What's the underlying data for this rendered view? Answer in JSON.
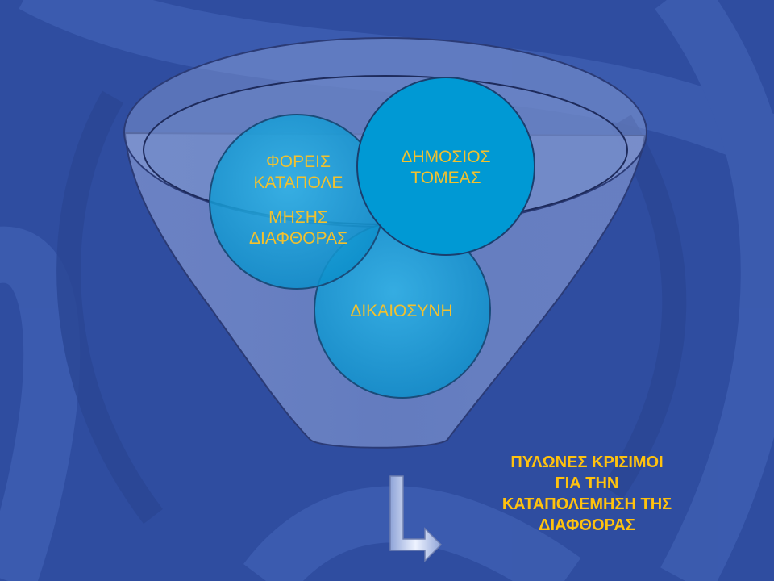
{
  "circles": {
    "foreis": {
      "line1": "ΦΟΡΕΙΣ",
      "line2": "ΚΑΤΑΠΟΛΕ",
      "line3": "ΜΗΣΗΣ",
      "line4": "ΔΙΑΦΘΟΡΑΣ"
    },
    "dimosios": {
      "line1": "ΔΗΜΟΣΙΟΣ",
      "line2": "ΤΟΜΕΑΣ"
    },
    "dikaiosyni": {
      "line1": "ΔΙΚΑΙΟΣΥΝΗ"
    }
  },
  "caption": {
    "line1": "ΠΥΛΩΝΕΣ ΚΡΙΣΙΜΟΙ",
    "line2": "ΓΙΑ ΤΗΝ",
    "line3": "ΚΑΤΑΠΟΛΕΜΗΣΗ ΤΗΣ",
    "line4": "ΔΙΑΦΘΟΡΑΣ"
  },
  "colors": {
    "background": "#2f4da0",
    "circle_fill": "#0099d4",
    "circle_label": "#f2c12e",
    "caption": "#ffc20e"
  }
}
